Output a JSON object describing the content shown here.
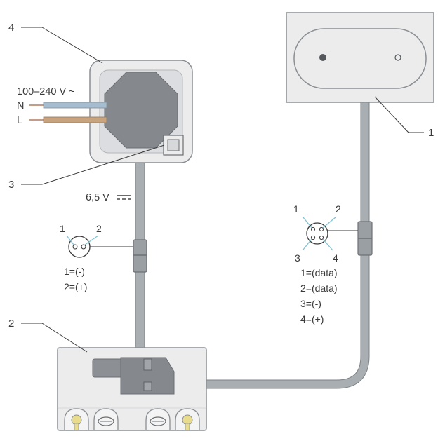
{
  "callouts": {
    "one": "1",
    "two": "2",
    "three": "3",
    "four": "4"
  },
  "supply": {
    "voltage": "100–240 V ~",
    "neutral": "N",
    "live": "L"
  },
  "output_voltage": "6,5 V",
  "connector_2pin": {
    "pin1": "1",
    "pin2": "2",
    "legend": [
      "1=(-)",
      "2=(+)"
    ]
  },
  "connector_4pin": {
    "pin1": "1",
    "pin2": "2",
    "pin3": "3",
    "pin4": "4",
    "legend": [
      "1=(data)",
      "2=(data)",
      "3=(-)",
      "4=(+)"
    ]
  },
  "colors": {
    "cable": "#a9aeb3",
    "cable_outline": "#7d8286",
    "housing": "#ececed",
    "housing_outline": "#8a8f93",
    "module": "#85898d",
    "neutral_wire": "#a6bdd0",
    "live_wire": "#c7a37e",
    "pin_accent": "#7fc3d3",
    "led": "#e9dc8c"
  }
}
